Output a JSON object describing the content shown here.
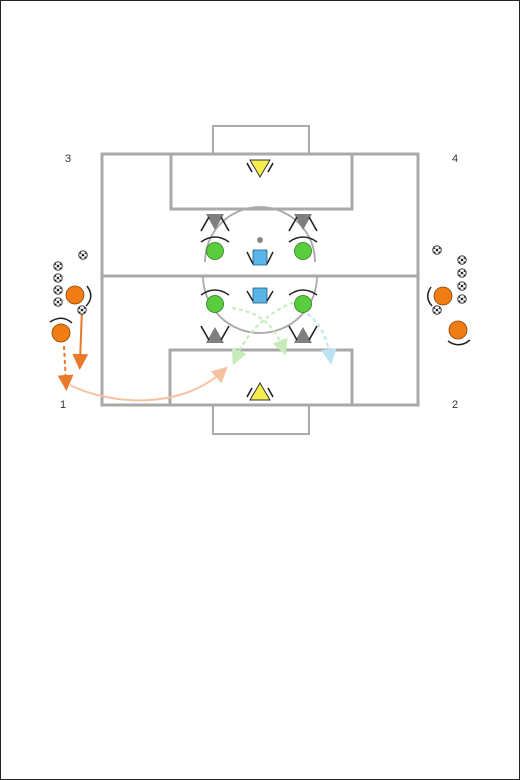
{
  "corner_labels": {
    "top_left": "3",
    "top_right": "4",
    "bottom_left": "1",
    "bottom_right": "2"
  },
  "colors": {
    "field_lines": "#a9a9a9",
    "attacker": "#f07d14",
    "defender": "#5acd3c",
    "neutral": "#7f7f7f",
    "goalkeeper": "#f5ee4c",
    "coach": "#5ab4e8",
    "arrow_dribble": "#e8792a",
    "arrow_pass": "#f6c3a2",
    "arrow_pass_green": "#c6ecb9",
    "arrow_pass_blue": "#bde2f4"
  },
  "icons": {
    "player": "player-cone-icon",
    "ball": "soccer-ball-icon",
    "goalkeeper": "goalkeeper-icon",
    "bib": "shirt-icon"
  }
}
